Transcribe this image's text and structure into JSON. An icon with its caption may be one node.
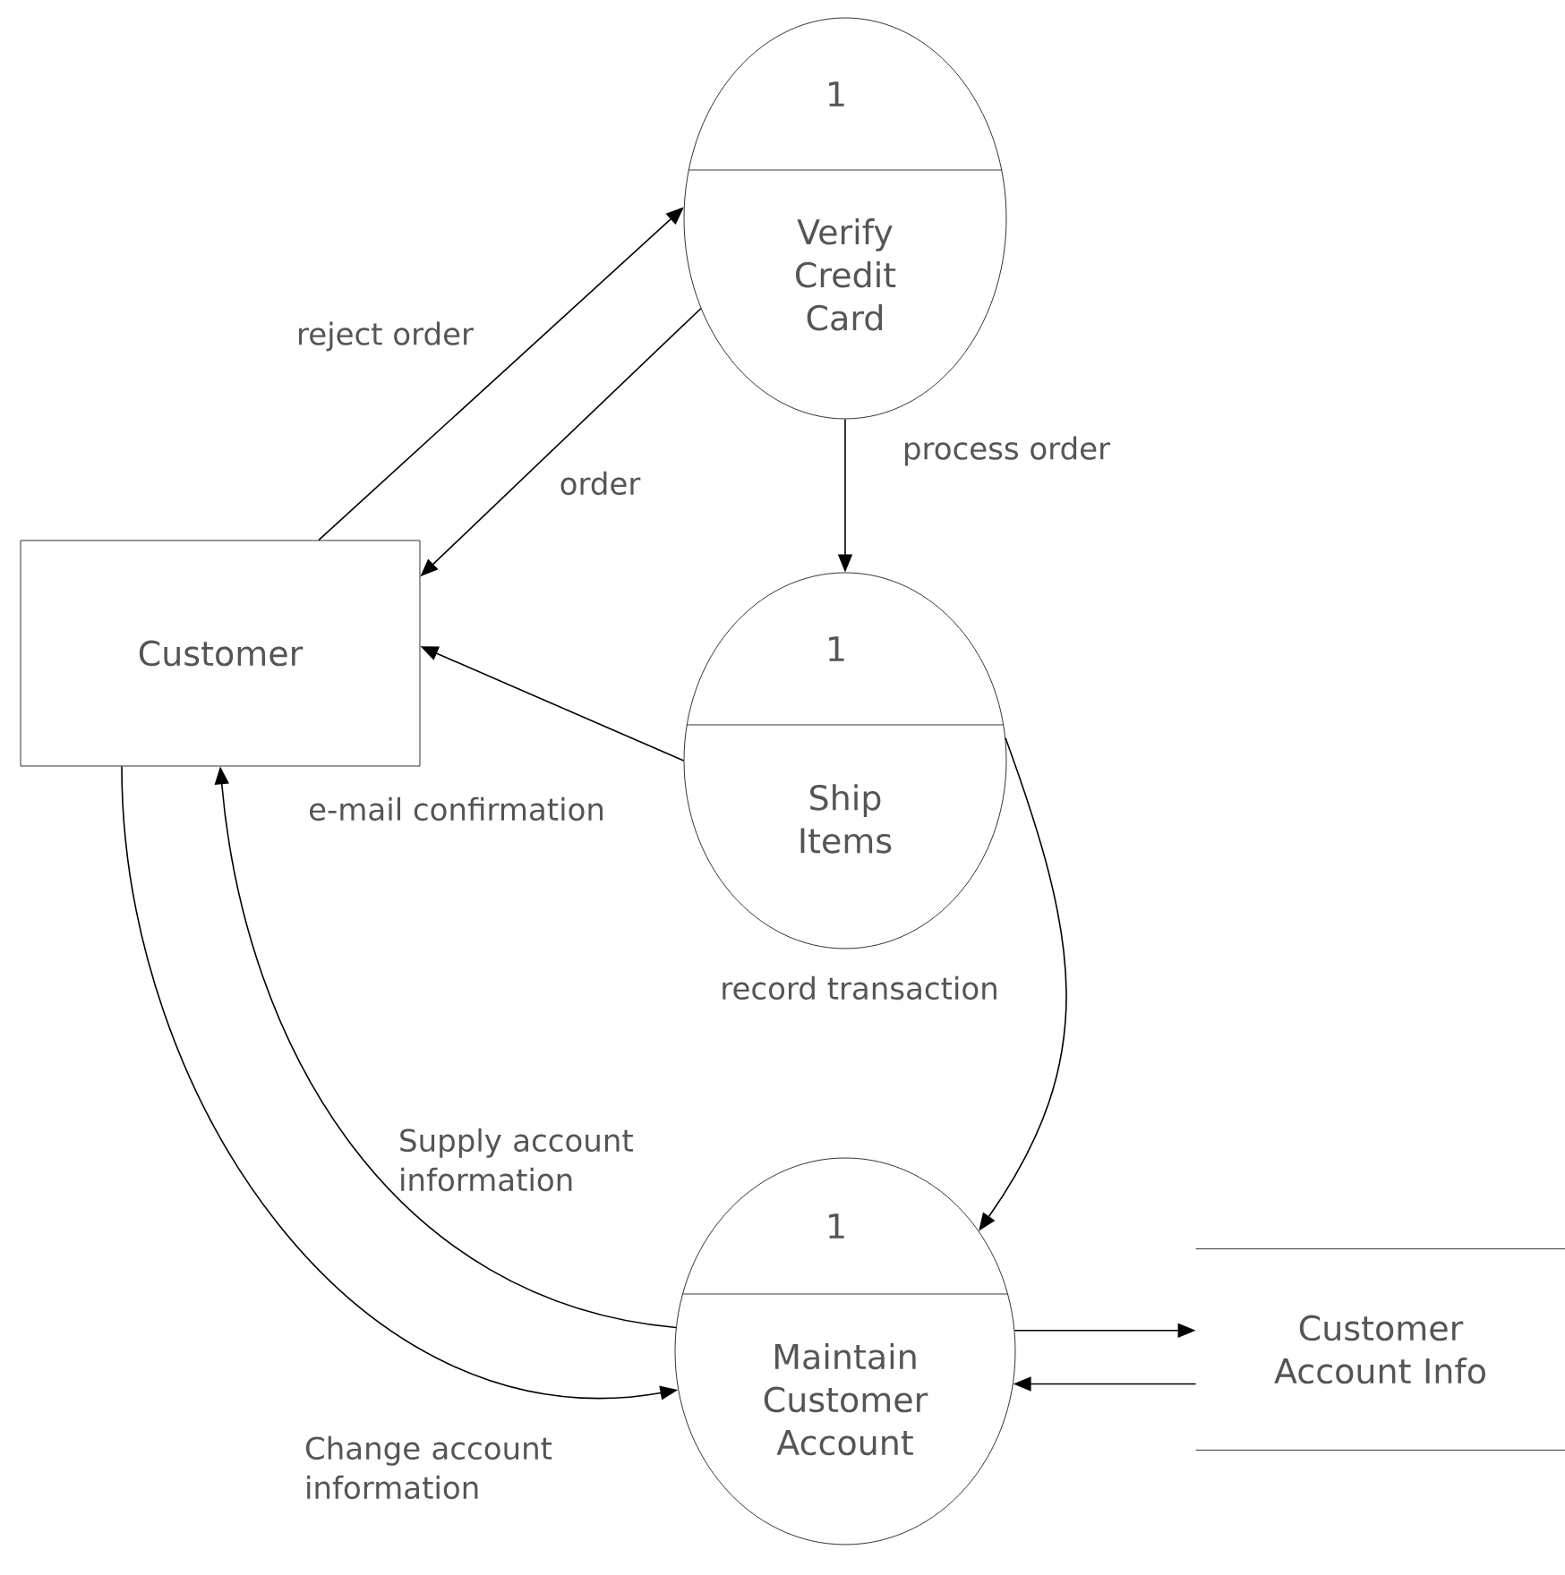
{
  "diagram": {
    "nodes": [
      {
        "text": [
          "Customer"
        ]
      },
      {
        "text": [
          "1",
          "Verify Credit Card"
        ]
      },
      {
        "text": [
          "1",
          "Ship Items"
        ]
      },
      {
        "text": [
          "1",
          "Maintain Customer Account"
        ]
      },
      {
        "text": [
          "Customer Account Info"
        ]
      }
    ],
    "edges": [
      {
        "from": 0,
        "to": 1,
        "arrow": "to",
        "label": "reject order"
      },
      {
        "from": 1,
        "to": 0,
        "arrow": "to",
        "label": "order"
      },
      {
        "from": 1,
        "to": 2,
        "arrow": "to",
        "label": "process order"
      },
      {
        "from": 2,
        "to": 0,
        "arrow": "to",
        "label": "e-mail confirmation"
      },
      {
        "from": 2,
        "to": 3,
        "arrow": "to",
        "label": "record transaction"
      },
      {
        "from": 3,
        "to": 0,
        "arrow": "to",
        "label": "Supply account information"
      },
      {
        "from": 0,
        "to": 3,
        "arrow": "to",
        "label": "Change account information"
      },
      {
        "from": 3,
        "to": 4,
        "arrow": "to"
      },
      {
        "from": 4,
        "to": 3,
        "arrow": "to"
      }
    ]
  }
}
